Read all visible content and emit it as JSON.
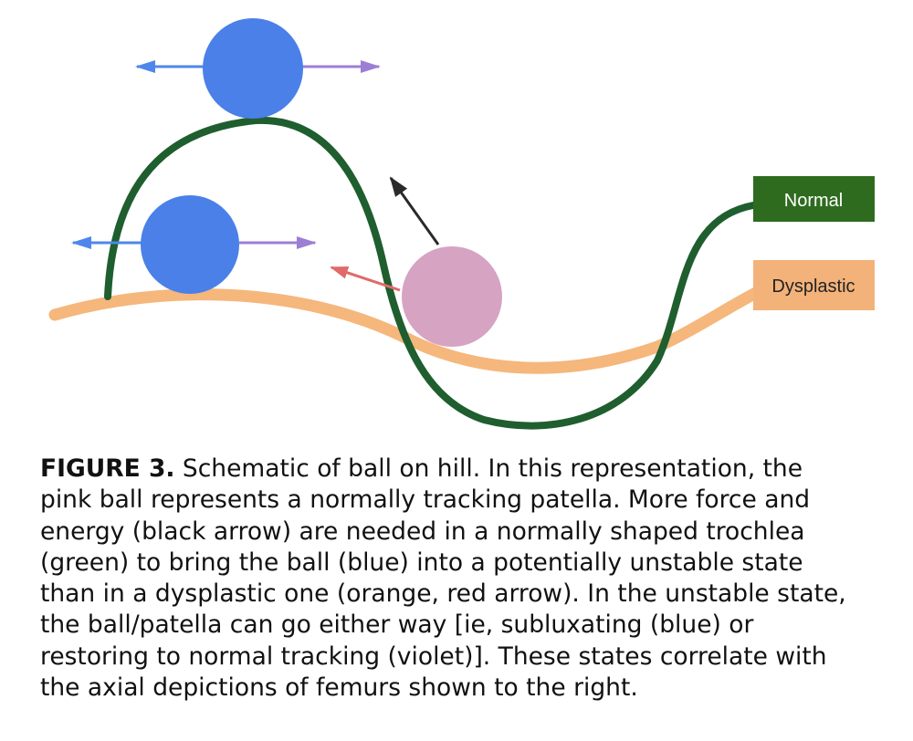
{
  "legend": {
    "normal_label": "Normal",
    "dysplastic_label": "Dysplastic"
  },
  "colors": {
    "normal_curve": "#1f5e2e",
    "normal_box": "#2e6b1f",
    "dysplastic_curve": "#f5b77c",
    "dysplastic_box": "#f3b27a",
    "blue_ball": "#4a80e8",
    "pink_ball": "#d6a3c3",
    "blue_arrow": "#4e87ea",
    "violet_arrow": "#9b7fd4",
    "red_arrow": "#e06a6a",
    "black_arrow": "#2a2a2a"
  },
  "caption": {
    "figure_label": "FIGURE 3.",
    "lines": [
      " Schematic of ball on hill. In this representation, the",
      "pink ball represents a normally tracking patella. More force and",
      "energy (black arrow) are needed in a normally shaped trochlea",
      "(green) to bring the ball (blue) into a potentially unstable state",
      "than in a dysplastic one (orange, red arrow). In the unstable state,",
      "the ball/patella can go either way [ie, subluxating (blue) or",
      "restoring to normal tracking (violet)]. These states correlate with",
      "the axial depictions of femurs shown to the right."
    ]
  }
}
